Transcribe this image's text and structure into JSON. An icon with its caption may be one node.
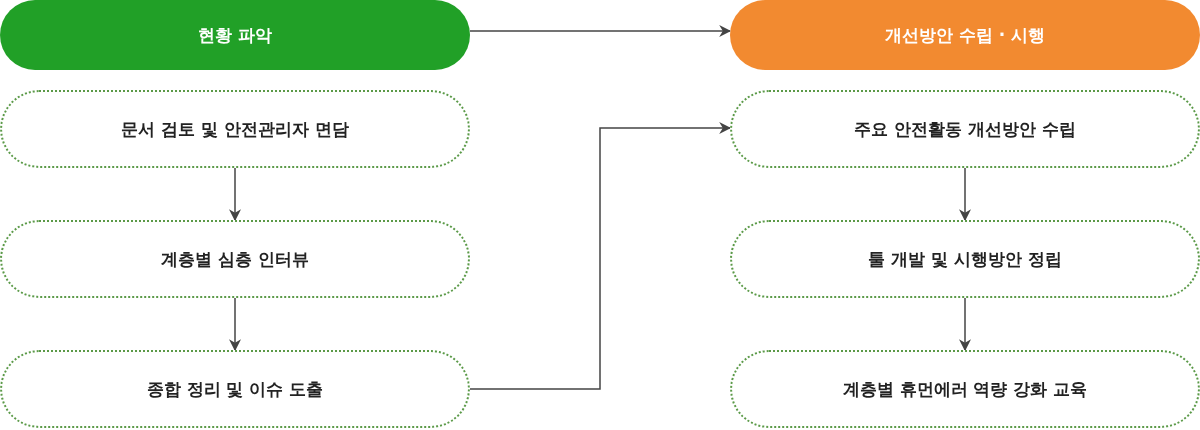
{
  "diagram": {
    "nodes": [
      {
        "text": [
          "현황 파악"
        ]
      },
      {
        "text": [
          "문서 검토 및 안전관리자 면담"
        ]
      },
      {
        "text": [
          "계층별 심층 인터뷰"
        ]
      },
      {
        "text": [
          "종합 정리 및 이슈 도출"
        ]
      },
      {
        "text": [
          "개선방안 수립 · 시행"
        ]
      },
      {
        "text": [
          "주요 안전활동 개선방안 수립"
        ]
      },
      {
        "text": [
          "툴 개발 및 시행방안 정립"
        ]
      },
      {
        "text": [
          "계층별 휴먼에러 역량 강화 교육"
        ]
      }
    ],
    "edges": [
      {
        "from": 0,
        "to": 4,
        "arrow": "to"
      },
      {
        "from": 1,
        "to": 2,
        "arrow": "to"
      },
      {
        "from": 2,
        "to": 3,
        "arrow": "to"
      },
      {
        "from": 3,
        "to": 5,
        "arrow": "to"
      },
      {
        "from": 5,
        "to": 6,
        "arrow": "to"
      },
      {
        "from": 6,
        "to": 7,
        "arrow": "to"
      }
    ]
  }
}
